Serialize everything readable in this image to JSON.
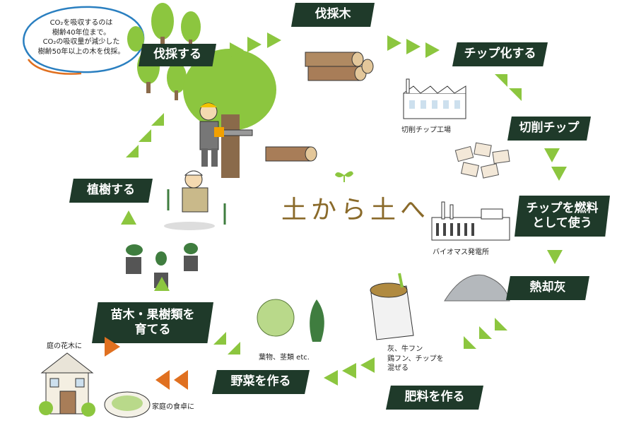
{
  "title": "土から土へ",
  "bubble": {
    "lines": [
      "CO₂を吸収するのは",
      "樹齢40年位まで。",
      "CO₂の吸収量が減少した",
      "樹齢50年以上の木を伐採。"
    ]
  },
  "steps": {
    "bassai_suru": "伐採する",
    "bassai_boku": "伐採木",
    "chip_ka": "チップ化する",
    "sessaku_chip": "切削チップ",
    "chip_nenryo_1": "チップを燃料",
    "chip_nenryo_2": "として使う",
    "netsukyaku_bai": "熱却灰",
    "hiryo": "肥料を作る",
    "yasai": "野菜を作る",
    "naegi_1": "苗木・果樹類を",
    "naegi_2": "育てる",
    "shokuju": "植樹する"
  },
  "captions": {
    "factory": "切削チップ工場",
    "plant": "バイオマス発電所",
    "fertilizer": [
      "灰、牛フン",
      "鶏フン、チップを",
      "混ぜる"
    ],
    "vegetables": "葉物、茎類 etc.",
    "garden": "庭の花木に",
    "table": "家庭の食卓に"
  },
  "colors": {
    "label_bg": "#1f3a2a",
    "arrow": "#8cc63f",
    "accent_orange": "#e07020",
    "title": "#8a6a2a"
  }
}
